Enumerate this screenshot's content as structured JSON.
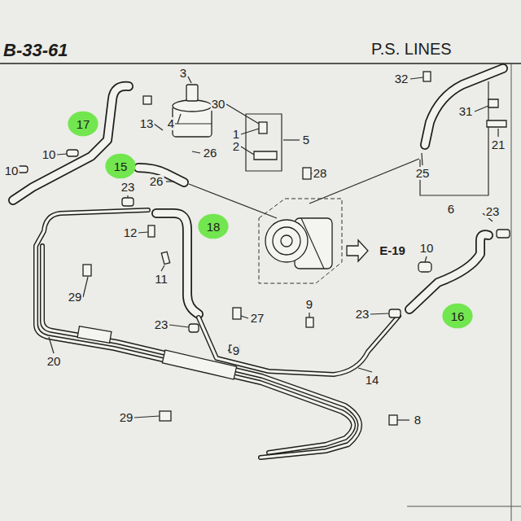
{
  "diagram": {
    "title": "B-33-61",
    "nodes": [
      {
        "text": [
          "17"
        ]
      },
      {
        "text": [
          "15"
        ]
      },
      {
        "text": [
          "18"
        ]
      },
      {
        "text": [
          "16"
        ]
      }
    ],
    "labels": [
      "3",
      "13",
      "30",
      "4",
      "1",
      "5",
      "2",
      "10",
      "26",
      "28",
      "10",
      "26",
      "23",
      "32",
      "31",
      "21",
      "25",
      "6",
      "23",
      "12",
      "E-19",
      "10",
      "11",
      "29",
      "23",
      "27",
      "9",
      "23",
      "9",
      "20",
      "14",
      "29",
      "8",
      "P.S. LINES"
    ]
  }
}
